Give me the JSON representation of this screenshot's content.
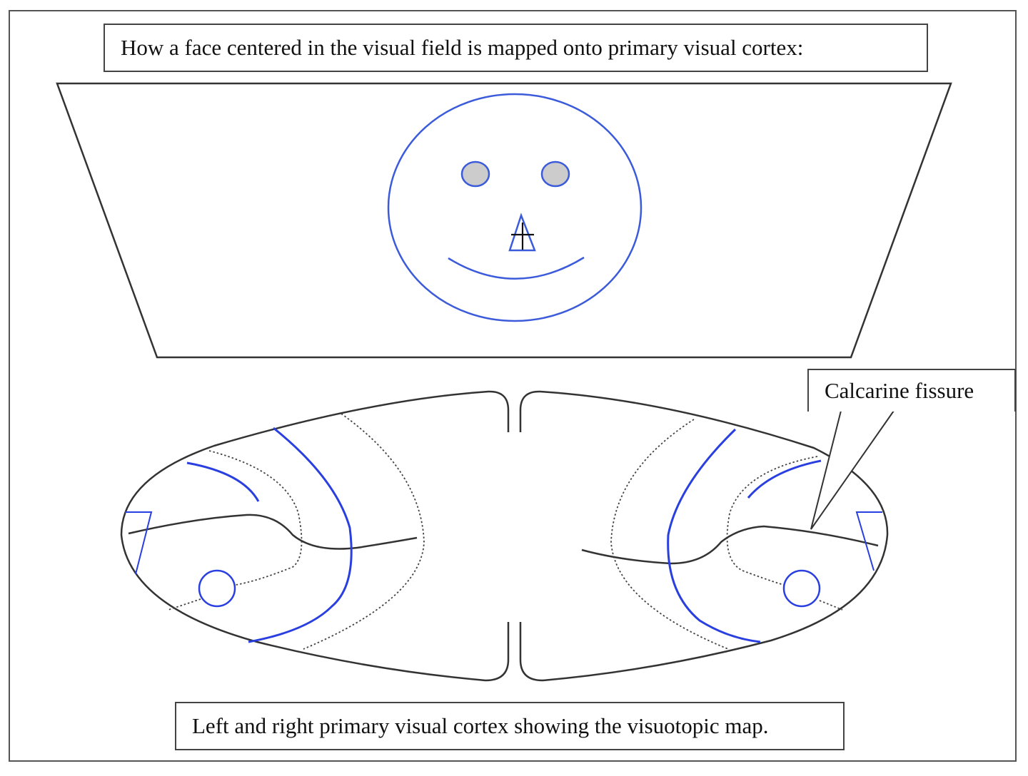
{
  "diagram": {
    "title": "How a face centered in the visual field is mapped onto primary visual cortex:",
    "caption": "Left and right primary visual cortex showing the visuotopic map.",
    "callout": "Calcarine fissure",
    "colors": {
      "face_lines": "#3b5bdb",
      "cortex_map_lines": "#2a3fe0",
      "outline": "#333333",
      "eye_fill": "#cccccc",
      "background": "#ffffff"
    }
  }
}
